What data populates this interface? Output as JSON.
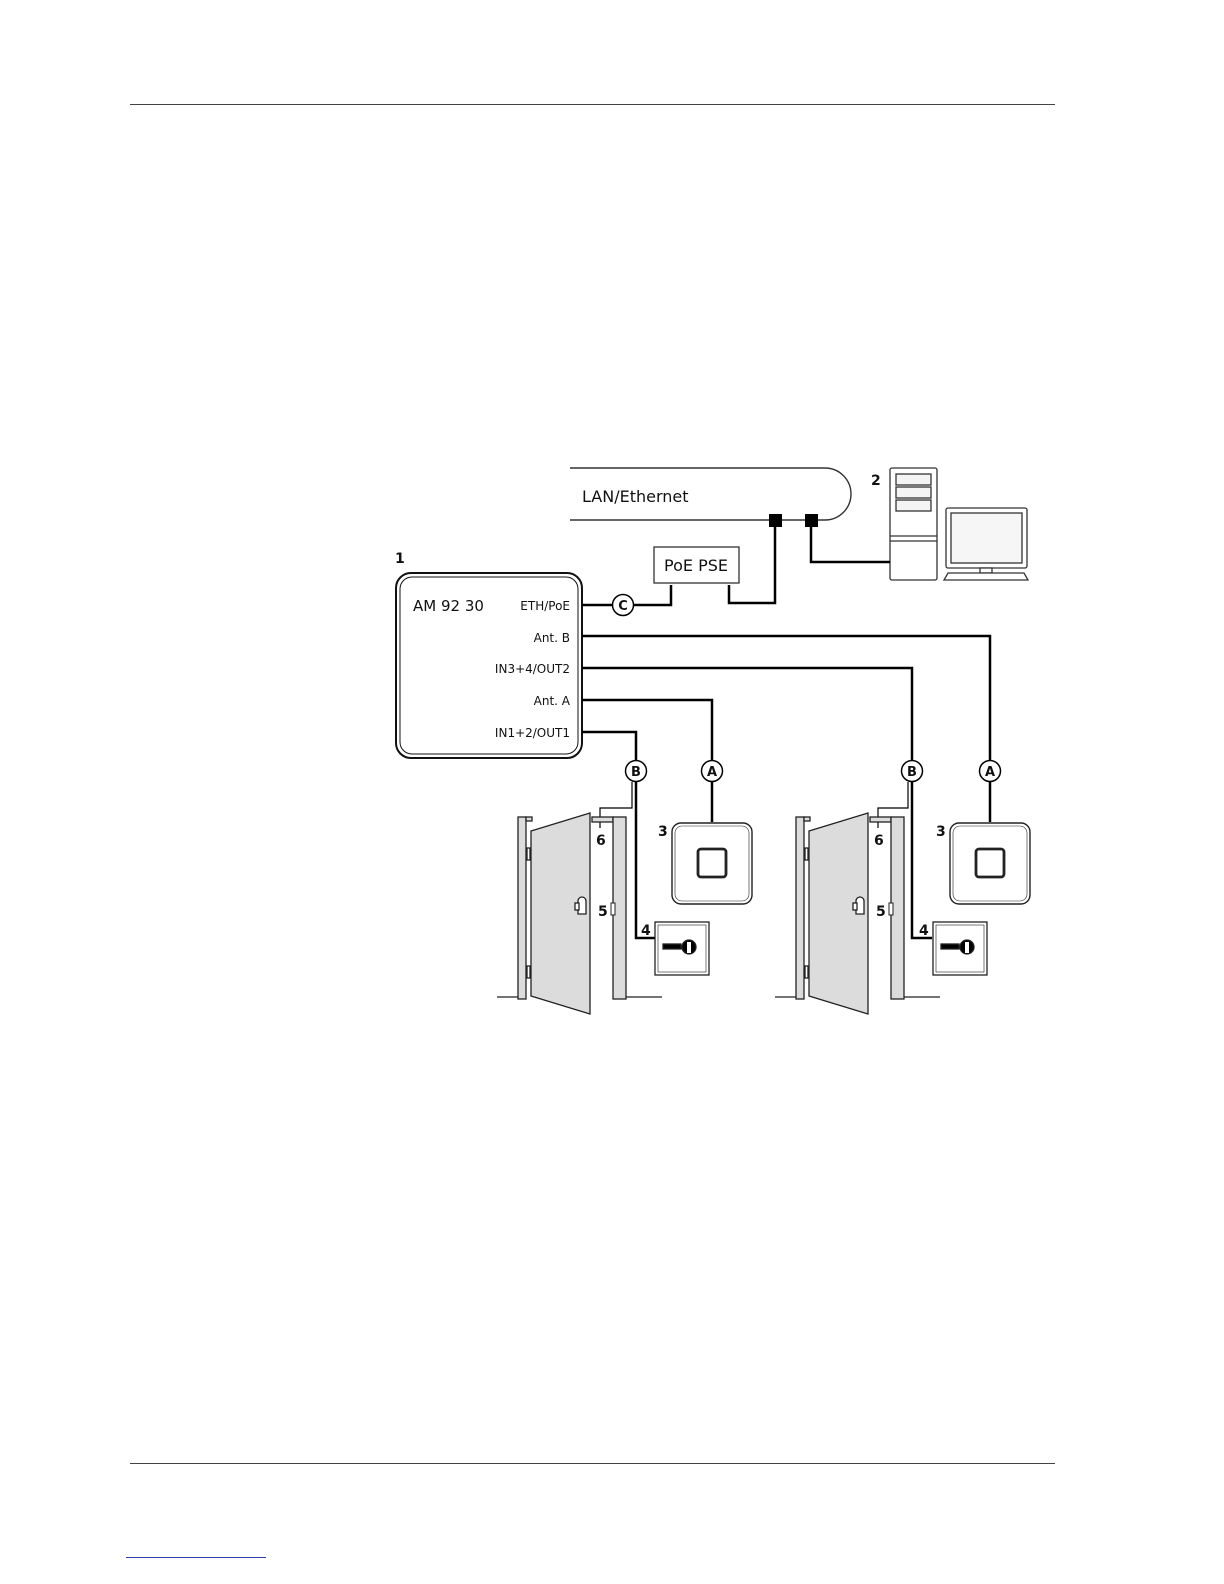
{
  "network": {
    "label": "LAN/Ethernet"
  },
  "controller": {
    "number": "1",
    "name": "AM 92 30",
    "ports": {
      "eth": "ETH/PoE",
      "ant_b": "Ant. B",
      "io2": "IN3+4/OUT2",
      "ant_a": "Ant. A",
      "io1": "IN1+2/OUT1"
    }
  },
  "poe": {
    "label": "PoE PSE"
  },
  "computer": {
    "number": "2"
  },
  "cable_badges": {
    "c": "C",
    "b": "B",
    "a": "A"
  },
  "door_numbers": {
    "reader": "3",
    "key_switch": "4",
    "contact": "5",
    "strike": "6"
  },
  "colors": {
    "line": "#000000",
    "door_fill": "#dcdcdc",
    "footnote_rule": "#2b3fb3"
  }
}
